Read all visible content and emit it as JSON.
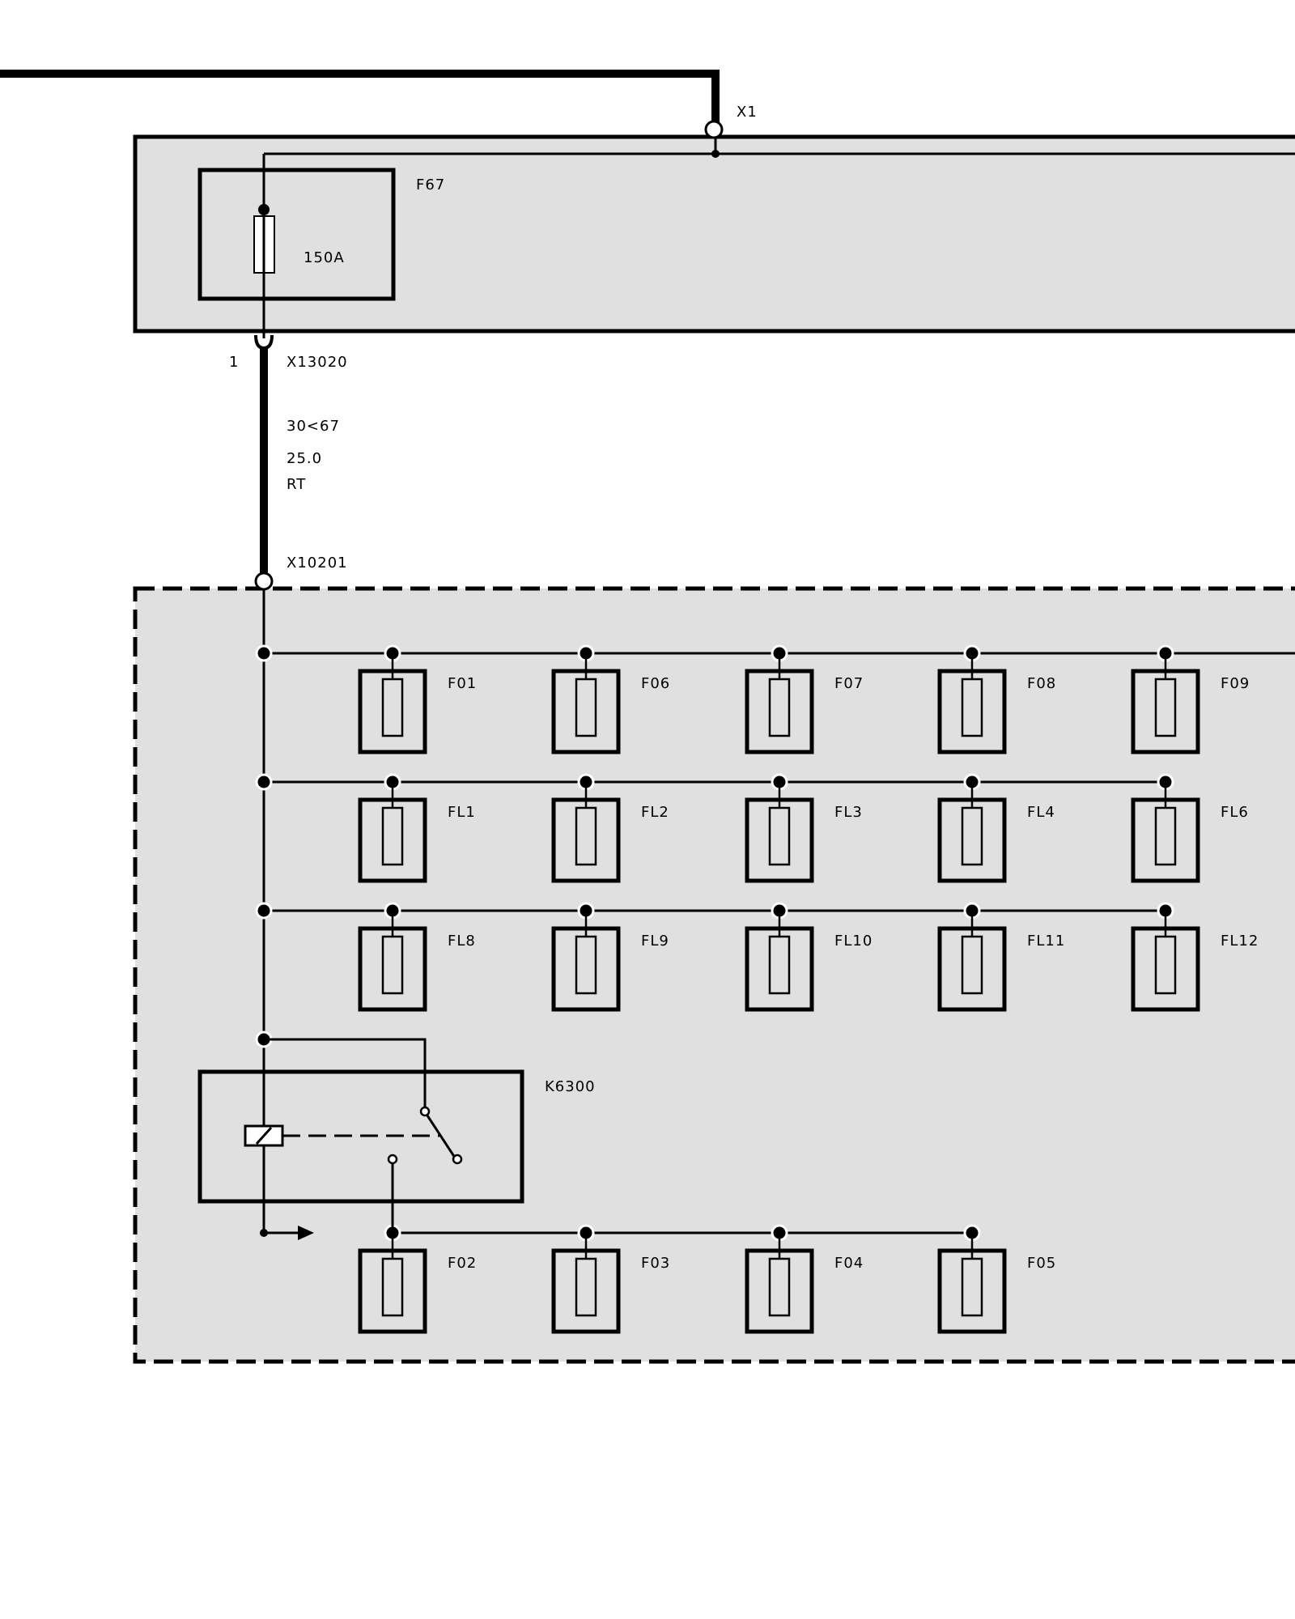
{
  "colors": {
    "panel_fill": "#e0e0e0",
    "line": "#000000",
    "background": "#ffffff"
  },
  "connectors": {
    "x1": "X1",
    "x13020": "X13020",
    "x13020_pin": "1",
    "x10201": "X10201"
  },
  "main_fuse": {
    "label": "F67",
    "rating": "150A"
  },
  "wire": {
    "circuit": "30<67",
    "cross_section": "25.0",
    "color_code": "RT"
  },
  "fuse_rows": [
    [
      "F01",
      "F06",
      "F07",
      "F08",
      "F09"
    ],
    [
      "FL1",
      "FL2",
      "FL3",
      "FL4",
      "FL6"
    ],
    [
      "FL8",
      "FL9",
      "FL10",
      "FL11",
      "FL12"
    ],
    [
      "F02",
      "F03",
      "F04",
      "F05"
    ]
  ],
  "relay": {
    "label": "K6300"
  }
}
